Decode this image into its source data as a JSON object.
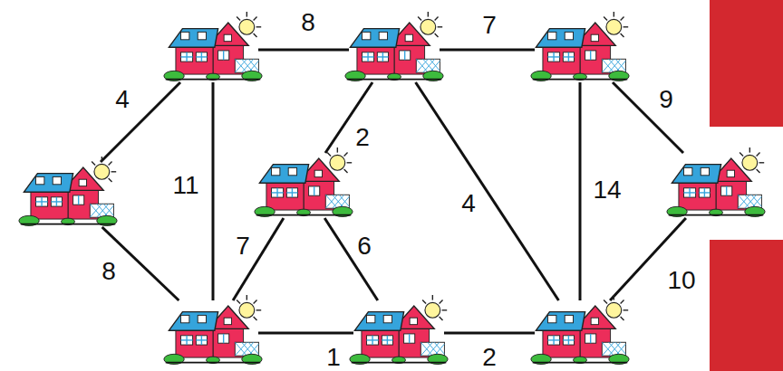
{
  "diagram": {
    "nodes": [
      {
        "text": []
      },
      {
        "text": []
      },
      {
        "text": []
      },
      {
        "text": []
      },
      {
        "text": []
      },
      {
        "text": []
      },
      {
        "text": []
      },
      {
        "text": []
      },
      {
        "text": []
      }
    ],
    "edges": [
      {
        "from": 0,
        "to": 1,
        "arrow": "none",
        "label": "8"
      },
      {
        "from": 1,
        "to": 2,
        "arrow": "none",
        "label": "7"
      },
      {
        "from": 0,
        "to": 3,
        "arrow": "none",
        "label": "4"
      },
      {
        "from": 0,
        "to": 6,
        "arrow": "none",
        "label": "11"
      },
      {
        "from": 1,
        "to": 4,
        "arrow": "none",
        "label": "2"
      },
      {
        "from": 1,
        "to": 8,
        "arrow": "none",
        "label": "4"
      },
      {
        "from": 2,
        "to": 8,
        "arrow": "none",
        "label": "14"
      },
      {
        "from": 2,
        "to": 5,
        "arrow": "none",
        "label": "9"
      },
      {
        "from": 3,
        "to": 6,
        "arrow": "none",
        "label": "8"
      },
      {
        "from": 4,
        "to": 6,
        "arrow": "none",
        "label": "7"
      },
      {
        "from": 4,
        "to": 7,
        "arrow": "none",
        "label": "6"
      },
      {
        "from": 6,
        "to": 7,
        "arrow": "none",
        "label": "1"
      },
      {
        "from": 7,
        "to": 8,
        "arrow": "none",
        "label": "2"
      },
      {
        "from": 5,
        "to": 8,
        "arrow": "none",
        "label": "10"
      }
    ]
  }
}
